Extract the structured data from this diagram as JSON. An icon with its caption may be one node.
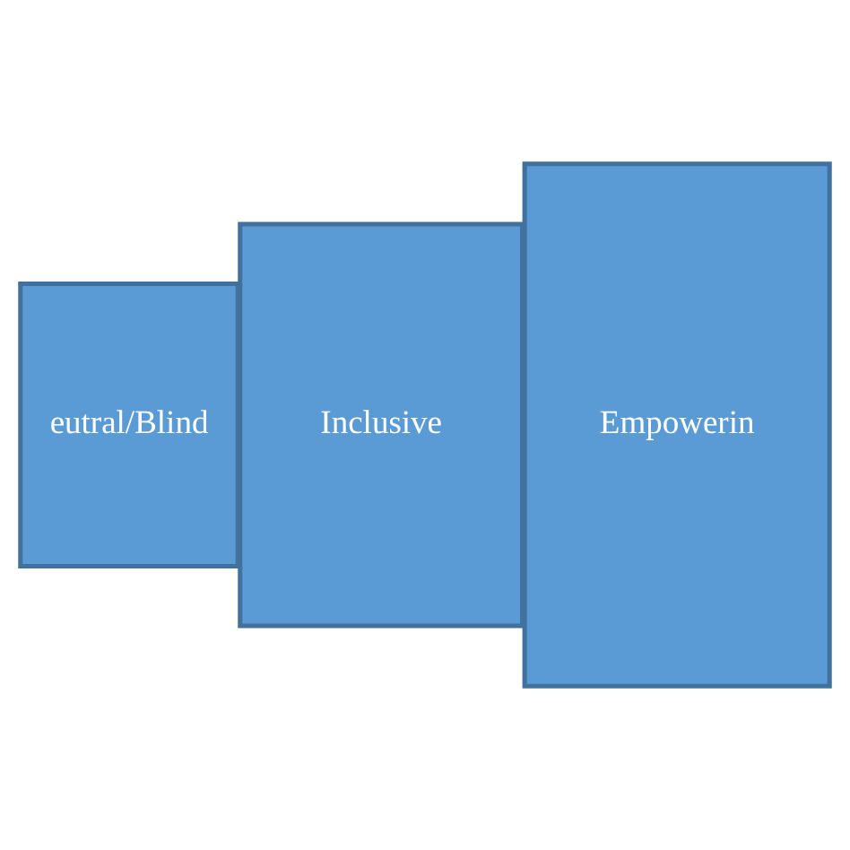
{
  "diagram": {
    "nodes": [
      {
        "text": [
          "eutral/Blind"
        ]
      },
      {
        "text": [
          "Inclusive"
        ]
      },
      {
        "text": [
          "Empowerin"
        ]
      }
    ],
    "edges": []
  }
}
